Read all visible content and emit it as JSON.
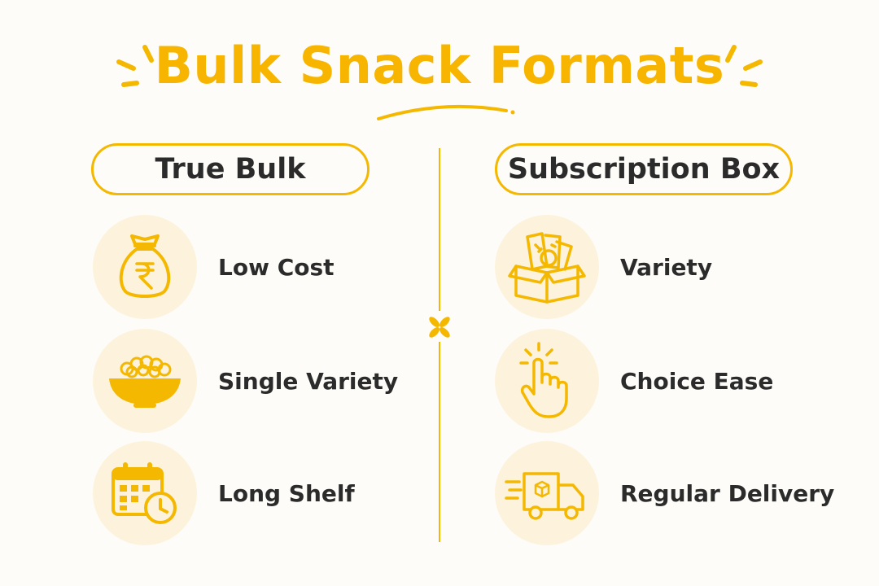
{
  "title": "Bulk Snack Formats",
  "accent_color": "#f5b800",
  "text_color": "#2b2b2b",
  "left": {
    "heading": "True Bulk",
    "items": [
      {
        "label": "Low Cost",
        "icon": "money-bag-rupee-icon"
      },
      {
        "label": "Single Variety",
        "icon": "bowl-icon"
      },
      {
        "label": "Long Shelf",
        "icon": "calendar-clock-icon"
      }
    ]
  },
  "right": {
    "heading": "Subscription Box",
    "items": [
      {
        "label": "Variety",
        "icon": "snack-box-icon"
      },
      {
        "label": "Choice Ease",
        "icon": "tap-hand-icon"
      },
      {
        "label": "Regular Delivery",
        "icon": "delivery-truck-icon"
      }
    ]
  }
}
